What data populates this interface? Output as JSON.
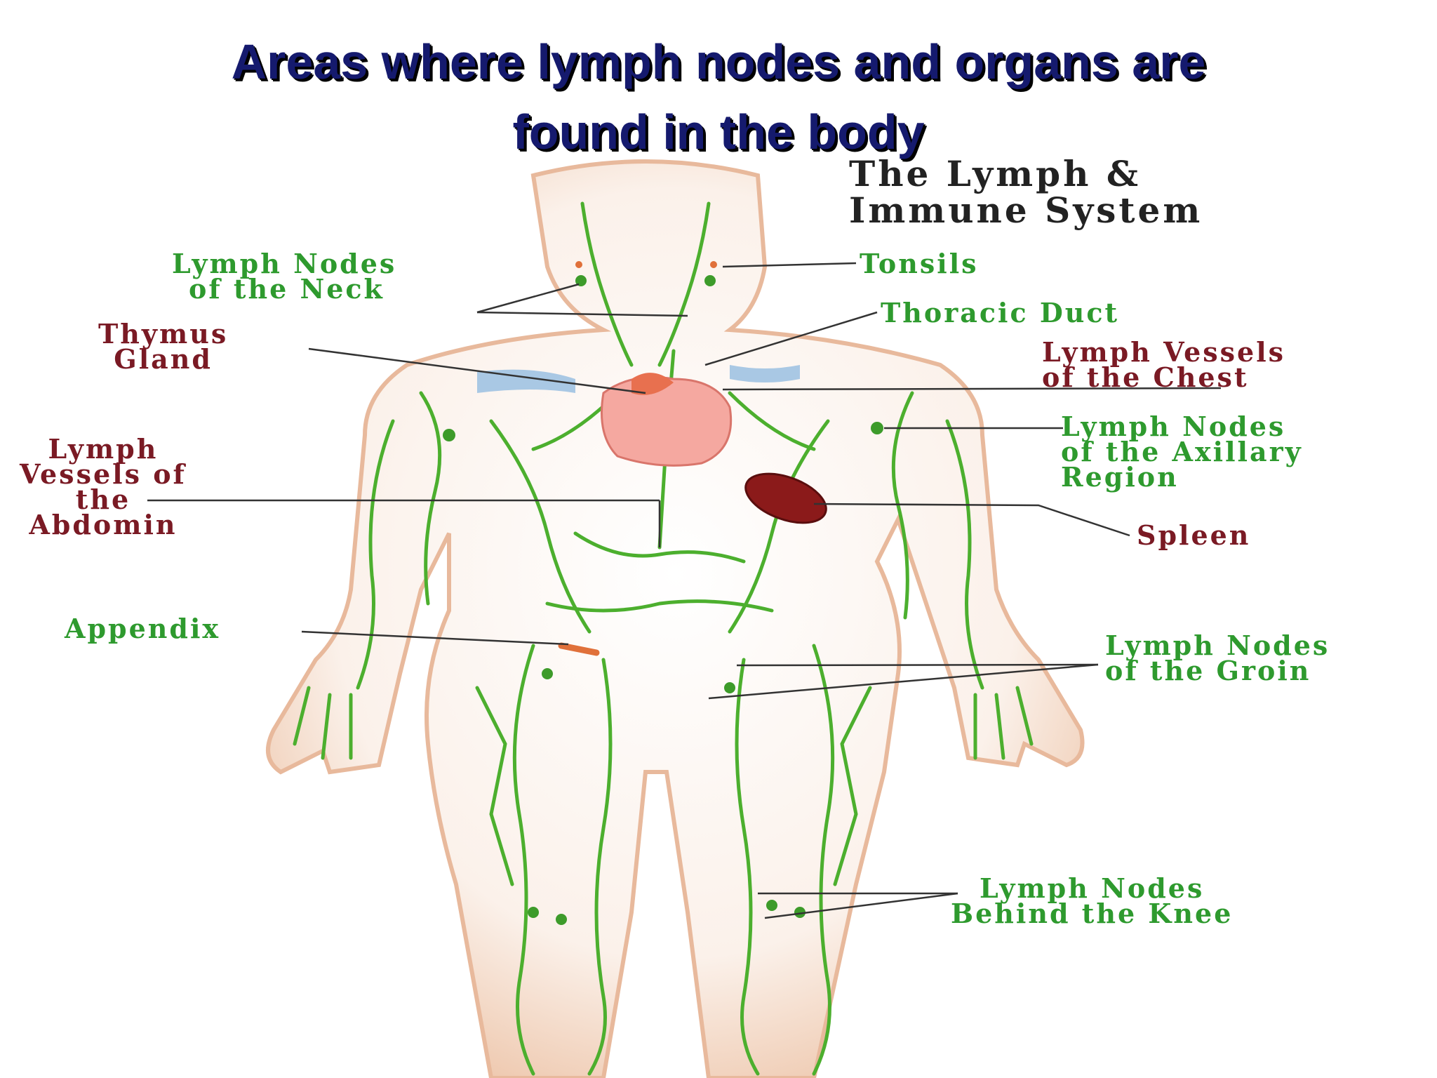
{
  "title": {
    "line1": "Areas where lymph nodes and organs are",
    "line2": "found in the body"
  },
  "diagram": {
    "heading": {
      "line1": "The Lymph &",
      "line2": "Immune System"
    },
    "labels": {
      "neck_nodes": [
        "Lymph Nodes",
        "of the Neck"
      ],
      "thymus": [
        "Thymus",
        "Gland"
      ],
      "abdomen_vessels": [
        "Lymph",
        "Vessels of",
        "the",
        "Abdomin"
      ],
      "appendix": [
        "Appendix"
      ],
      "tonsils": [
        "Tonsils"
      ],
      "thoracic_duct": [
        "Thoracic Duct"
      ],
      "chest_vessels": [
        "Lymph Vessels",
        "of the Chest"
      ],
      "axillary_nodes": [
        "Lymph Nodes",
        "of the Axillary",
        "Region"
      ],
      "spleen": [
        "Spleen"
      ],
      "groin_nodes": [
        "Lymph Nodes",
        "of the Groin"
      ],
      "knee_nodes": [
        "Lymph Nodes",
        "Behind the Knee"
      ]
    },
    "colors": {
      "title": "#151a6e",
      "green_label": "#2e9a2e",
      "maroon_label": "#7a1a24",
      "vessel": "#4caf2e",
      "skin": "#f2d2bc",
      "spleen": "#8b1a1a"
    }
  }
}
